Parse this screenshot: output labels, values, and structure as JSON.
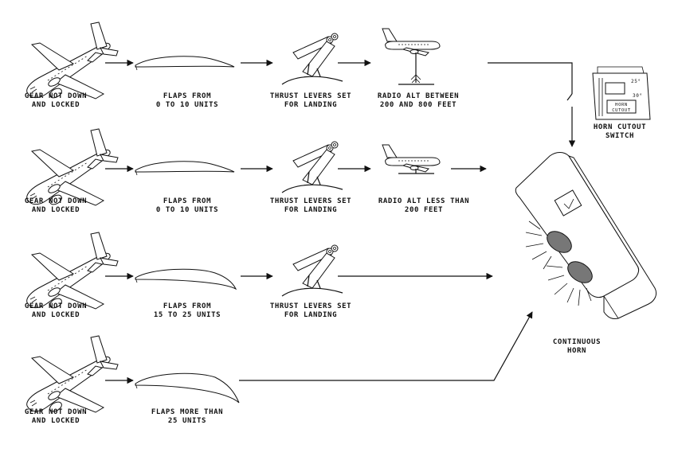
{
  "rows": [
    {
      "gear": [
        "GEAR NOT DOWN",
        "AND LOCKED"
      ],
      "flaps": [
        "FLAPS FROM",
        "0 TO 10 UNITS"
      ],
      "thrust": [
        "THRUST LEVERS SET",
        "FOR LANDING"
      ],
      "radio": [
        "RADIO ALT BETWEEN",
        "200 AND 800 FEET"
      ]
    },
    {
      "gear": [
        "GEAR NOT DOWN",
        "AND LOCKED"
      ],
      "flaps": [
        "FLAPS FROM",
        "0 TO 10 UNITS"
      ],
      "thrust": [
        "THRUST LEVERS SET",
        "FOR LANDING"
      ],
      "radio": [
        "RADIO ALT LESS THAN",
        "200 FEET"
      ]
    },
    {
      "gear": [
        "GEAR NOT DOWN",
        "AND LOCKED"
      ],
      "flaps": [
        "FLAPS FROM",
        "15 TO 25 UNITS"
      ],
      "thrust": [
        "THRUST LEVERS SET",
        "FOR LANDING"
      ]
    },
    {
      "gear": [
        "GEAR NOT DOWN",
        "AND LOCKED"
      ],
      "flaps": [
        "FLAPS MORE THAN",
        "25 UNITS"
      ]
    }
  ],
  "horn_cutout_switch": {
    "label": [
      "HORN CUTOUT",
      "SWITCH"
    ],
    "panel_marks": [
      "25°",
      "30°"
    ],
    "button_text": [
      "HORN",
      "CUTOUT"
    ]
  },
  "horn": {
    "label": [
      "CONTINUOUS",
      "HORN"
    ]
  }
}
